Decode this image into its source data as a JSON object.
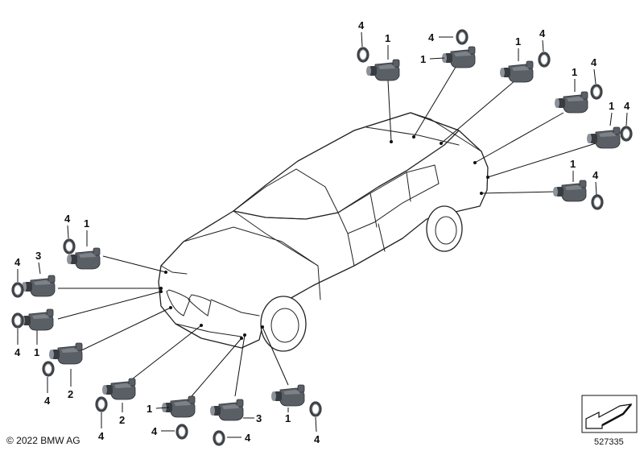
{
  "diagram": {
    "callouts": [
      {
        "id": "c1",
        "label": "4"
      },
      {
        "id": "c2",
        "label": "1"
      },
      {
        "id": "c3",
        "label": "4"
      },
      {
        "id": "c4",
        "label": "1"
      },
      {
        "id": "c5",
        "label": "1"
      },
      {
        "id": "c6",
        "label": "4"
      },
      {
        "id": "c7",
        "label": "4"
      },
      {
        "id": "c8",
        "label": "1"
      },
      {
        "id": "c9",
        "label": "1"
      },
      {
        "id": "c10",
        "label": "4"
      },
      {
        "id": "c11",
        "label": "1"
      },
      {
        "id": "c12",
        "label": "4"
      },
      {
        "id": "c13",
        "label": "4"
      },
      {
        "id": "c14",
        "label": "1"
      },
      {
        "id": "c15",
        "label": "4"
      },
      {
        "id": "c16",
        "label": "3"
      },
      {
        "id": "c17",
        "label": "4"
      },
      {
        "id": "c18",
        "label": "1"
      },
      {
        "id": "c19",
        "label": "4"
      },
      {
        "id": "c20",
        "label": "2"
      },
      {
        "id": "c21",
        "label": "4"
      },
      {
        "id": "c22",
        "label": "2"
      },
      {
        "id": "c23",
        "label": "1"
      },
      {
        "id": "c24",
        "label": "4"
      },
      {
        "id": "c25",
        "label": "3"
      },
      {
        "id": "c26",
        "label": "4"
      },
      {
        "id": "c27",
        "label": "1"
      },
      {
        "id": "c28",
        "label": "4"
      }
    ],
    "copyright": "© 2022 BMW AG",
    "document_number": "527335"
  }
}
